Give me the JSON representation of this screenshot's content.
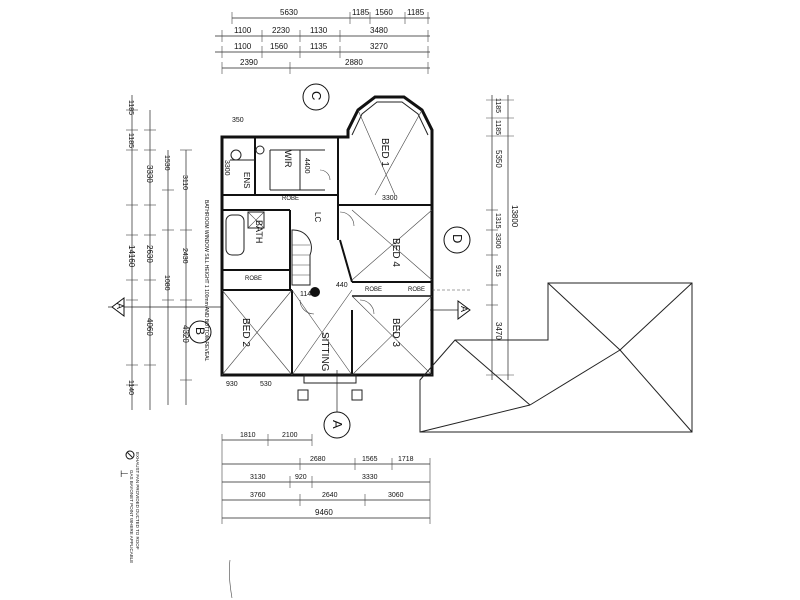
{
  "rooms": {
    "bed1": "BED 1",
    "bed2": "BED 2",
    "bed3": "BED 3",
    "bed4": "BED 4",
    "sitting": "SITTING",
    "bath": "BATH",
    "ens": "ENS",
    "wir": "WIR",
    "robe": "ROBE",
    "lc": "LC"
  },
  "section_markers": {
    "a": "A",
    "b": "B",
    "c": "C",
    "d": "D"
  },
  "dims": {
    "top_row1": [
      "5630",
      "1185",
      "1560",
      "1185"
    ],
    "top_row2": [
      "1100",
      "2230",
      "1130",
      "3480"
    ],
    "top_row3": [
      "1100",
      "1560",
      "1135",
      "3270"
    ],
    "top_row4": [
      "2390",
      "2880"
    ],
    "bottom_row1": [
      "1810",
      "2100"
    ],
    "bottom_row2": [
      "2680",
      "1565",
      "1718"
    ],
    "bottom_row3": [
      "3130",
      "920",
      "3330"
    ],
    "bottom_row4": [
      "3760",
      "2640",
      "3060"
    ],
    "bottom_total": "9460",
    "left_col1": [
      "1185",
      "1185",
      "3330",
      "1530",
      "2630",
      "1080",
      "4060",
      "1140"
    ],
    "left_total": "14160",
    "left_col2": [
      "3110",
      "2430",
      "4320"
    ],
    "right_col": [
      "1185",
      "1185",
      "5350",
      "1315",
      "3300",
      "915",
      "3470"
    ],
    "right_total": "13800",
    "interior": [
      "3300",
      "4400",
      "440",
      "1140",
      "930",
      "530",
      "350",
      "3300"
    ]
  },
  "notes": {
    "bath_note": "BATHROOM WINDOW SILL HEIGHT 1 100mm AND BOTTOM REVEAL",
    "legend1": "EXHAUST FAN PROVIDED DUCTED TO ROOF",
    "legend2": "GAS BAYONET POINT WHERE APPLICABLE"
  }
}
